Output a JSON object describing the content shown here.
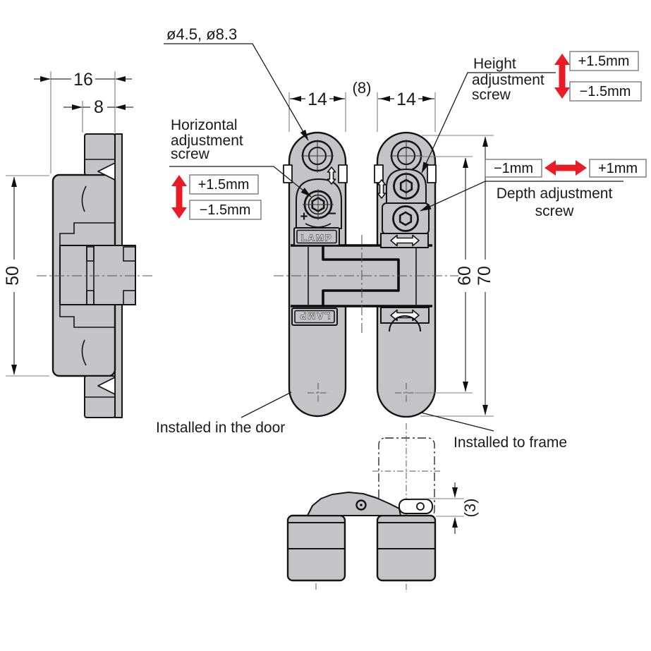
{
  "drawing": {
    "side_view": {
      "width_mm": "16",
      "flange_mm": "8",
      "height_mm": "50"
    },
    "front_view": {
      "holes": "ø4.5, ø8.3",
      "left_width": "14",
      "gap": "(8)",
      "right_width": "14",
      "pitch": "60",
      "height": "70",
      "brand": "LAMP",
      "plus": "+",
      "minus": "−"
    },
    "folded_view": {
      "clearance": "(3)"
    }
  },
  "labels": {
    "horizontal_adjust": {
      "l1": "Horizontal",
      "l2": "adjustment",
      "l3": "screw",
      "up": "+1.5mm",
      "down": "−1.5mm"
    },
    "height_adjust": {
      "l1": "Height",
      "l2": "adjustment",
      "l3": "screw",
      "up": "+1.5mm",
      "down": "−1.5mm"
    },
    "depth_adjust": {
      "l1": "Depth adjustment",
      "l2": "screw",
      "minus": "−1mm",
      "plus": "+1mm"
    },
    "installed_door": "Installed in the door",
    "installed_frame": "Installed to frame"
  },
  "colors": {
    "body": "#c4c4c6",
    "outline": "#141414",
    "red": "#e81c24",
    "dim": "#333333",
    "ext": "#7c7c7c",
    "box_border": "#7a7a7a"
  }
}
